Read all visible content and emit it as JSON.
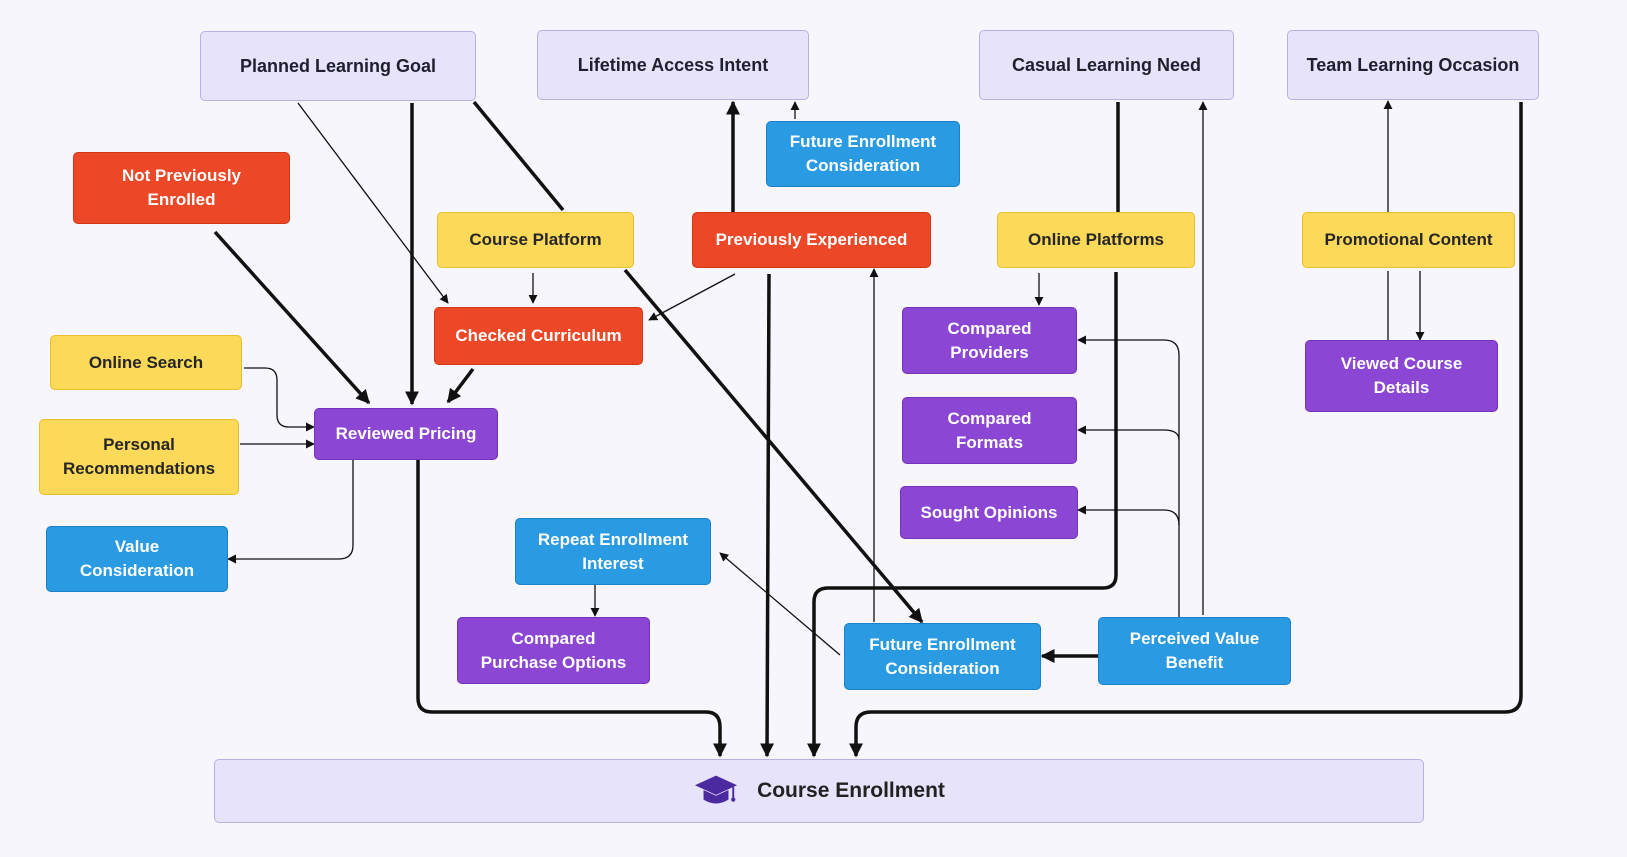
{
  "colors": {
    "intent": "#e6e3fb",
    "channel": "#fcd958",
    "history": "#ec4726",
    "consideration": "#2a9ae2",
    "action": "#8b46d3",
    "edge": "#111111"
  },
  "nodes": {
    "planned_learning_goal": "Planned Learning Goal",
    "lifetime_access_intent": "Lifetime Access Intent",
    "casual_learning_need": "Casual Learning Need",
    "team_learning_occasion": "Team Learning Occasion",
    "future_enrollment_top": "Future Enrollment\nConsideration",
    "not_previously_enrolled": "Not Previously\nEnrolled",
    "course_platform": "Course Platform",
    "previously_experienced": "Previously Experienced",
    "online_platforms": "Online Platforms",
    "promotional_content": "Promotional Content",
    "checked_curriculum": "Checked Curriculum",
    "compared_providers": "Compared\nProviders",
    "viewed_course_details": "Viewed Course\nDetails",
    "online_search": "Online Search",
    "reviewed_pricing": "Reviewed Pricing",
    "compared_formats": "Compared\nFormats",
    "personal_recommendations": "Personal\nRecommendations",
    "sought_opinions": "Sought Opinions",
    "value_consideration": "Value\nConsideration",
    "repeat_enrollment_interest": "Repeat Enrollment\nInterest",
    "compared_purchase_options": "Compared\nPurchase Options",
    "future_enrollment_bottom": "Future Enrollment\nConsideration",
    "perceived_value_benefit": "Perceived Value\nBenefit",
    "course_enrollment": "Course Enrollment"
  },
  "icons": {
    "enrollment": "graduation-cap-icon"
  }
}
